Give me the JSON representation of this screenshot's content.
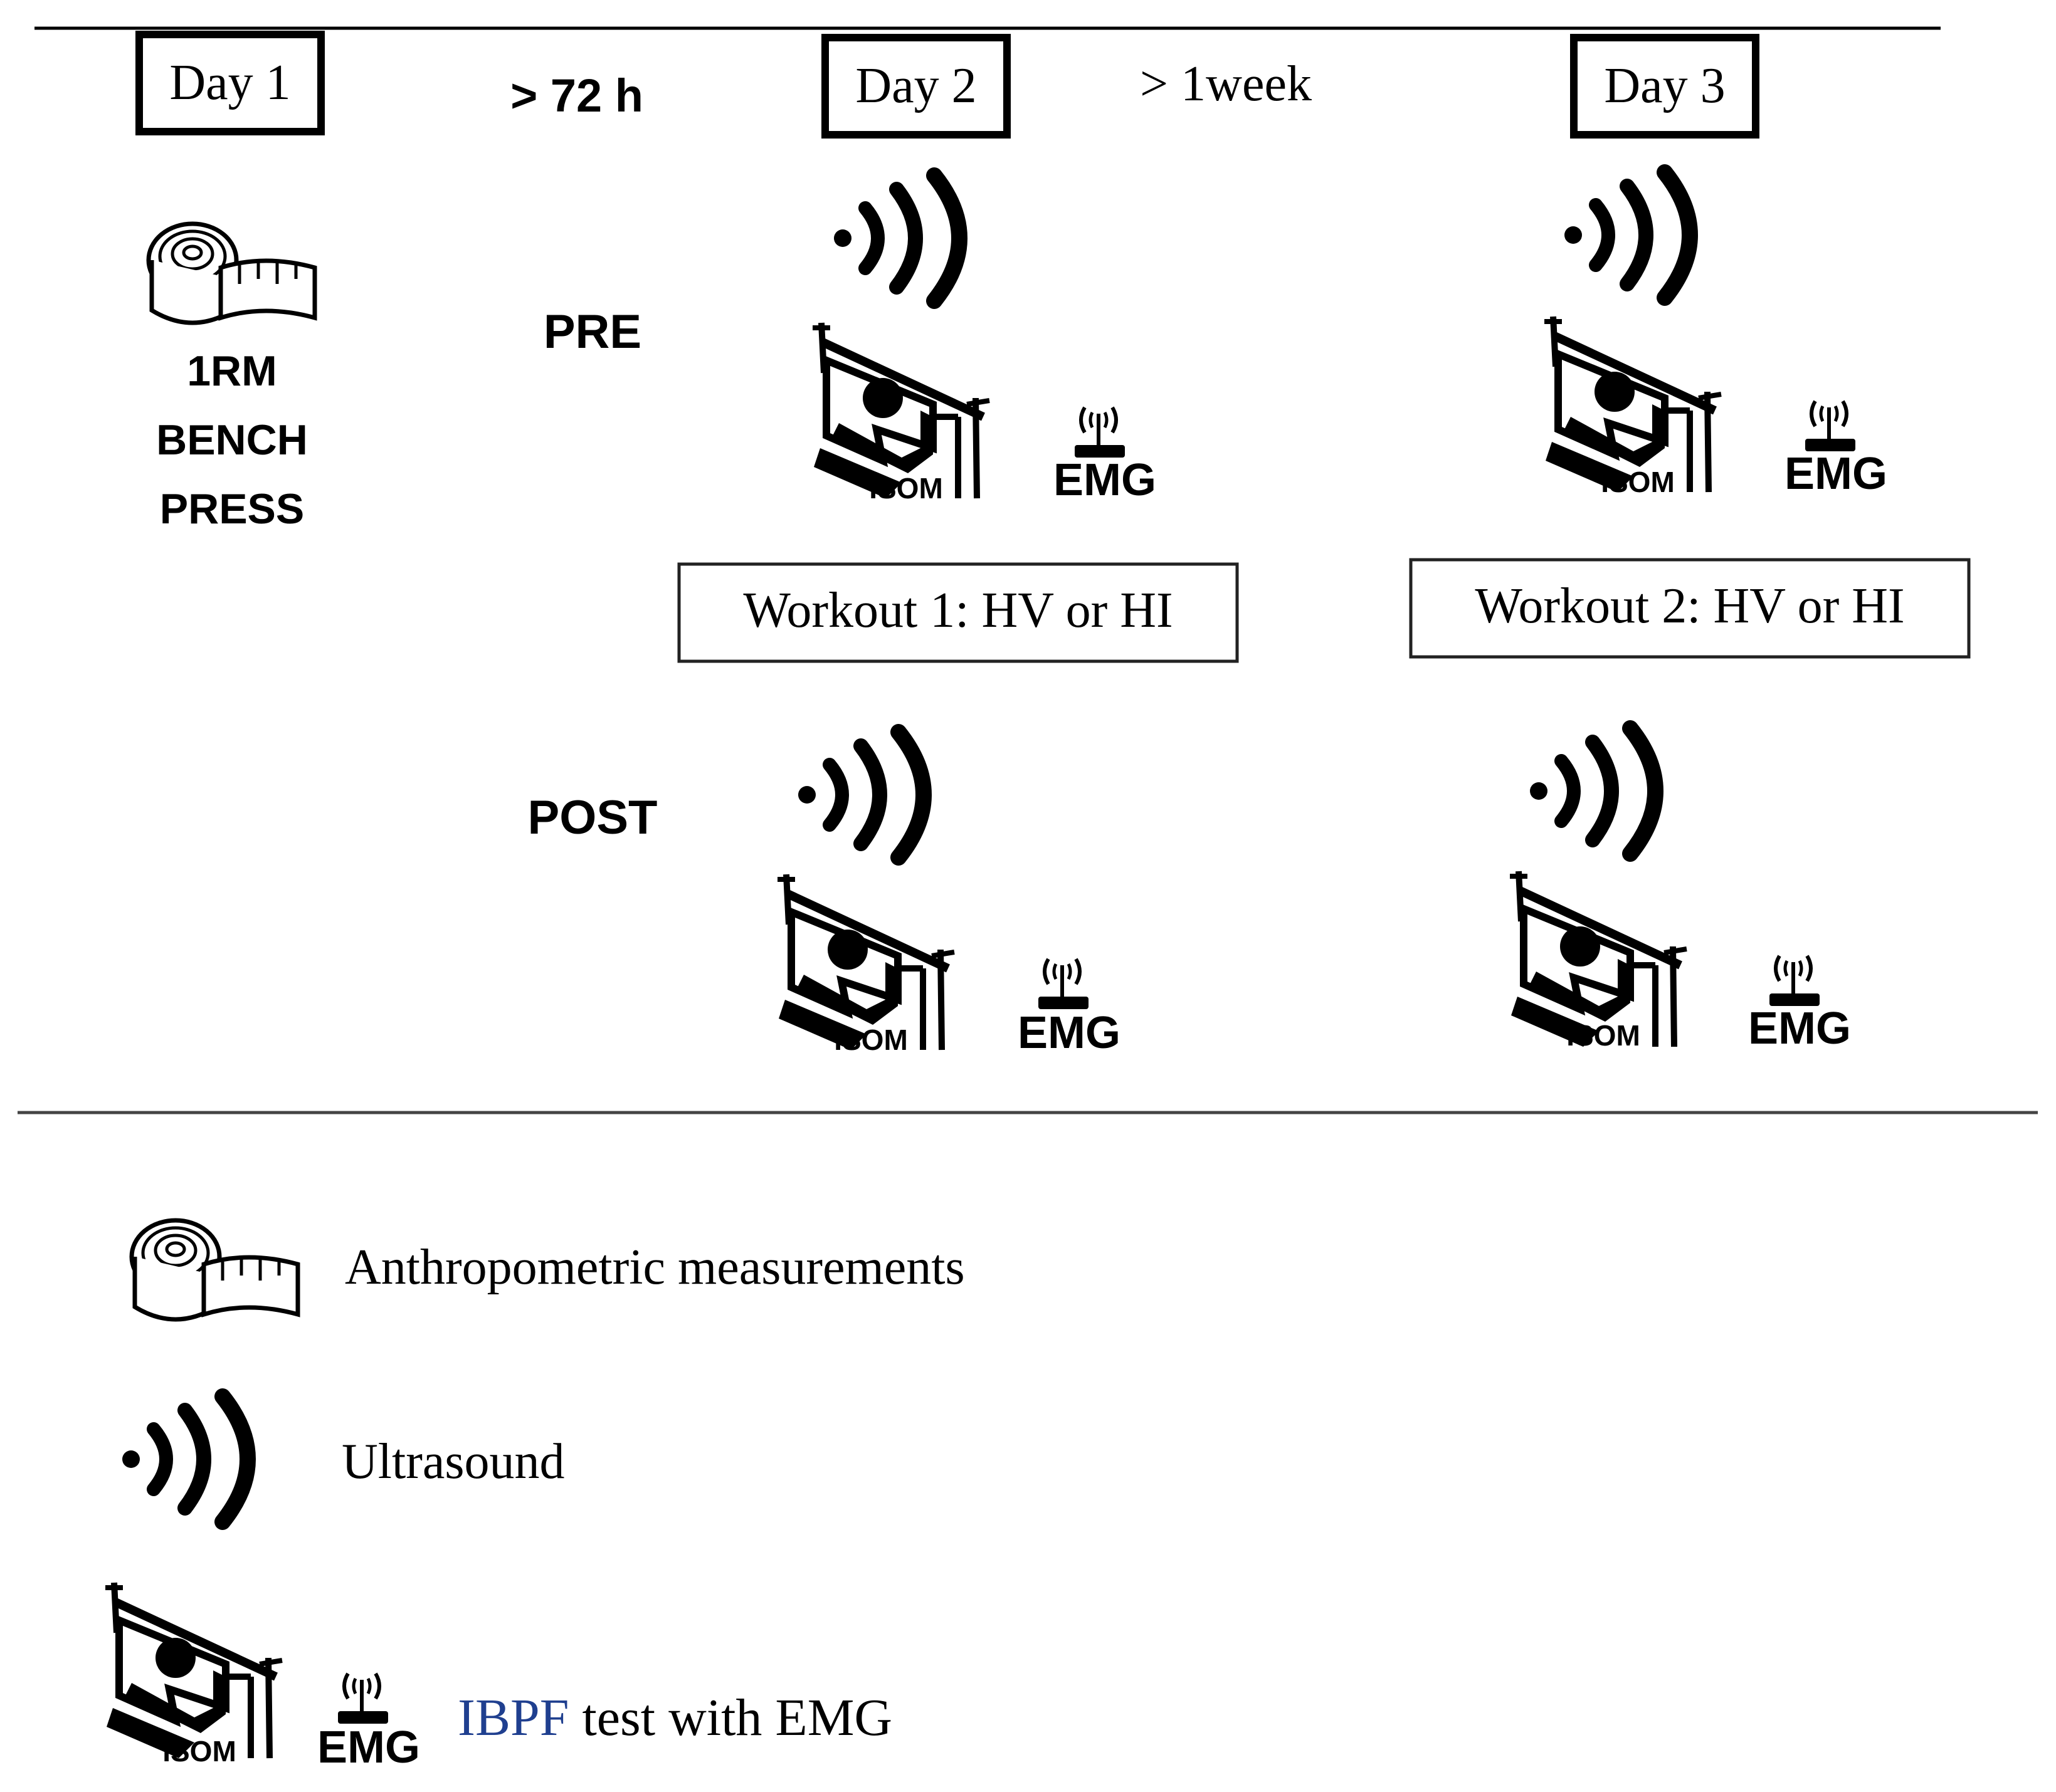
{
  "timeline": {
    "days": [
      {
        "label": "Day 1"
      },
      {
        "label": "Day 2"
      },
      {
        "label": "Day 3"
      }
    ],
    "intervals": [
      {
        "label": "> 72 h"
      },
      {
        "label": "> 1week"
      }
    ]
  },
  "day1": {
    "test_lines": [
      "1RM",
      "BENCH",
      "PRESS"
    ]
  },
  "phases": {
    "pre": "PRE",
    "post": "POST"
  },
  "workouts": [
    {
      "label": "Workout 1: HV or HI"
    },
    {
      "label": "Workout 2: HV or HI"
    }
  ],
  "icon_text": {
    "isom": "ISOM",
    "emg": "EMG"
  },
  "legend": {
    "anthropometric": "Anthropometric measurements",
    "ultrasound": "Ultrasound",
    "ibpf_highlight": "IBPF",
    "ibpf_rest": " test with EMG",
    "ibpf_color": "#1f3f8f"
  },
  "icons": [
    "tape-measure-icon",
    "ultrasound-icon",
    "isometric-bench-icon",
    "emg-sensor-icon"
  ]
}
